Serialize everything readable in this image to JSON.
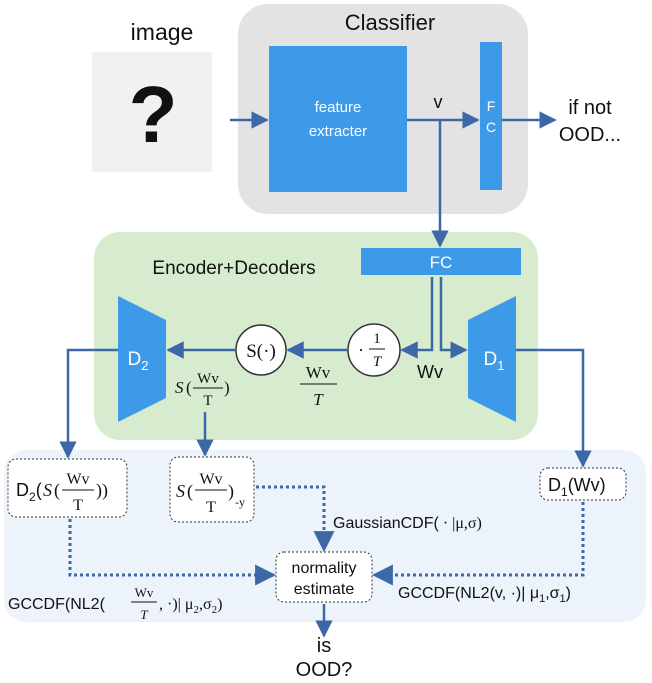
{
  "labels": {
    "image": "image",
    "question_mark": "?",
    "classifier": "Classifier",
    "feature_line1": "feature",
    "feature_line2": "extracter",
    "v": "v",
    "fc_small_f": "F",
    "fc_small_c": "C",
    "if_not": "if not",
    "ood_dots": "OOD...",
    "encoder_decoders": "Encoder+Decoders",
    "fc_bar": "FC",
    "d2": "D",
    "d2_sub": "2",
    "d1": "D",
    "d1_sub": "1",
    "s_dot": "S(·)",
    "scale_dot": "·",
    "one": "1",
    "T": "T",
    "Wv": "Wv",
    "S": "S",
    "y_sub": "y",
    "D2_box_prefix": "D",
    "D2_box_sub": "2",
    "D1_box": "D",
    "D1_box_sub": "1",
    "D1_box_arg": "(Wv)",
    "gaussian_cdf": "GaussianCDF(",
    "gaussian_args": " · |μ,σ)",
    "normality_line1": "normality",
    "normality_line2": "estimate",
    "gccdf_left_prefix": "GCCDF(NL2(",
    "gccdf_left_suffix": ", ·)| μ",
    "gccdf_left_sub1": "2",
    "gccdf_left_sigma": ",σ",
    "gccdf_left_sub2": "2",
    "gccdf_right_prefix": "GCCDF(NL2(v, ·)| μ",
    "gccdf_right_sub1": "1",
    "gccdf_right_sigma": ",σ",
    "gccdf_right_sub2": "1",
    "is": "is",
    "ood_q": "OOD?"
  },
  "colors": {
    "blue": "#3d9ae8",
    "arrow": "#3d68a8",
    "classifier_bg": "#e3e3e3",
    "encoder_bg": "#d7ebcf",
    "bottom_bg": "#edf3fa",
    "image_bg": "#f1f1f1"
  }
}
